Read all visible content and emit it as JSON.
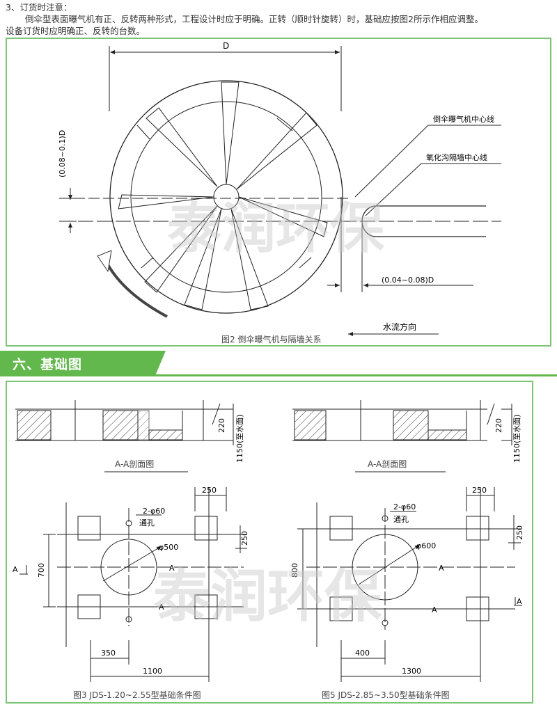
{
  "intro": {
    "line1": "3、订货时注意：",
    "line2": "倒伞型表面曝气机有正、反转两种形式，工程设计时应于明确。正转（顺时针旋转）时，基础应按图2所示作相应调整。",
    "line3": "设备订货时应明确正、反转的台数。"
  },
  "fig2": {
    "dim_D": "D",
    "dim_vertical": "(0.08~0.1)D",
    "dim_offset": "(0.04~0.08)D",
    "label_aerator_center": "倒伞曝气机中心线",
    "label_wall_center": "氧化沟隔墙中心线",
    "label_flow": "水流方向",
    "caption": "图2  倒伞曝气机与隔墙关系"
  },
  "section": {
    "title": "六、基础图"
  },
  "watermark": "泰润环保",
  "fig3": {
    "section_label": "A-A剖面图",
    "dim_220": "220",
    "dim_1150": "1150(至水面)",
    "hole_label": "2-φ60",
    "hole_sub": "通孔",
    "circle_label": "φ500",
    "dim_250_top": "250",
    "dim_250_side": "250",
    "dim_700": "700",
    "dim_350": "350",
    "dim_1100": "1100",
    "label_A": "A",
    "caption": "图3  JDS-1.20~2.55型基础条件图"
  },
  "fig5": {
    "section_label": "A-A剖面图",
    "dim_220": "220",
    "dim_1150": "1150(至水面)",
    "hole_label": "2-φ60",
    "hole_sub": "通孔",
    "circle_label": "φ600",
    "dim_250_top": "250",
    "dim_250_side": "250",
    "dim_800": "800",
    "dim_400": "400",
    "dim_1300": "1300",
    "label_A": "A",
    "caption": "图5  JDS-2.85~3.50型基础条件图"
  }
}
